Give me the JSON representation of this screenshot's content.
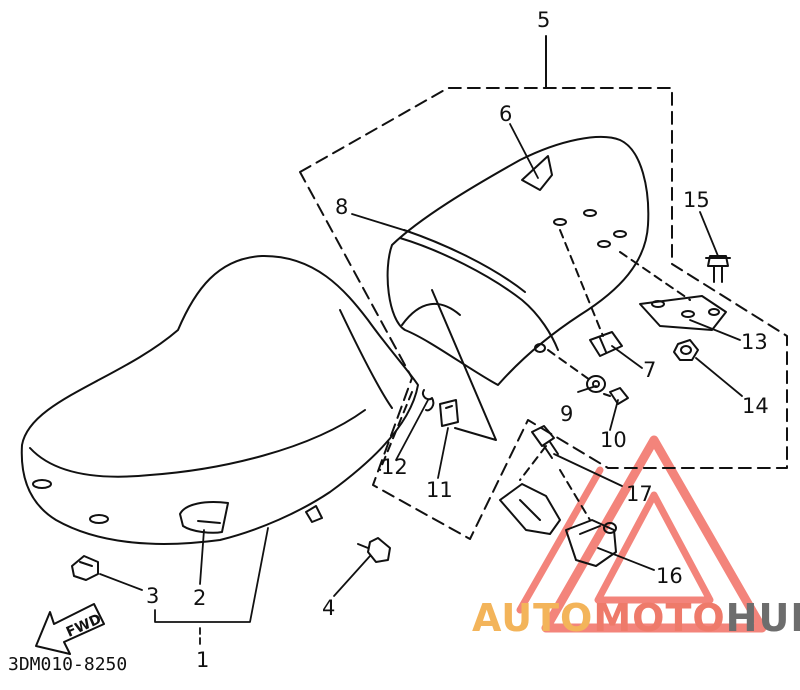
{
  "diagram": {
    "labels": [
      {
        "id": "p1",
        "text": "1"
      },
      {
        "id": "p2",
        "text": "2"
      },
      {
        "id": "p3",
        "text": "3"
      },
      {
        "id": "p4",
        "text": "4"
      },
      {
        "id": "p5",
        "text": "5"
      },
      {
        "id": "p6",
        "text": "6"
      },
      {
        "id": "p7",
        "text": "7"
      },
      {
        "id": "p8",
        "text": "8"
      },
      {
        "id": "p9",
        "text": "9"
      },
      {
        "id": "p10",
        "text": "10"
      },
      {
        "id": "p11",
        "text": "11"
      },
      {
        "id": "p12",
        "text": "12"
      },
      {
        "id": "p13",
        "text": "13"
      },
      {
        "id": "p14",
        "text": "14"
      },
      {
        "id": "p15",
        "text": "15"
      },
      {
        "id": "p16",
        "text": "16"
      },
      {
        "id": "p17",
        "text": "17"
      }
    ],
    "code": "3DM010-8250",
    "fwd_text": "FWD"
  },
  "watermark": {
    "part1": "AUTO",
    "part2": "MOTO",
    "part3": "HUB",
    "colors": {
      "auto": "#f3b45a",
      "moto": "#ee7a6a",
      "hub": "#6d6d6d",
      "triangle": "#ef5b4f"
    }
  }
}
